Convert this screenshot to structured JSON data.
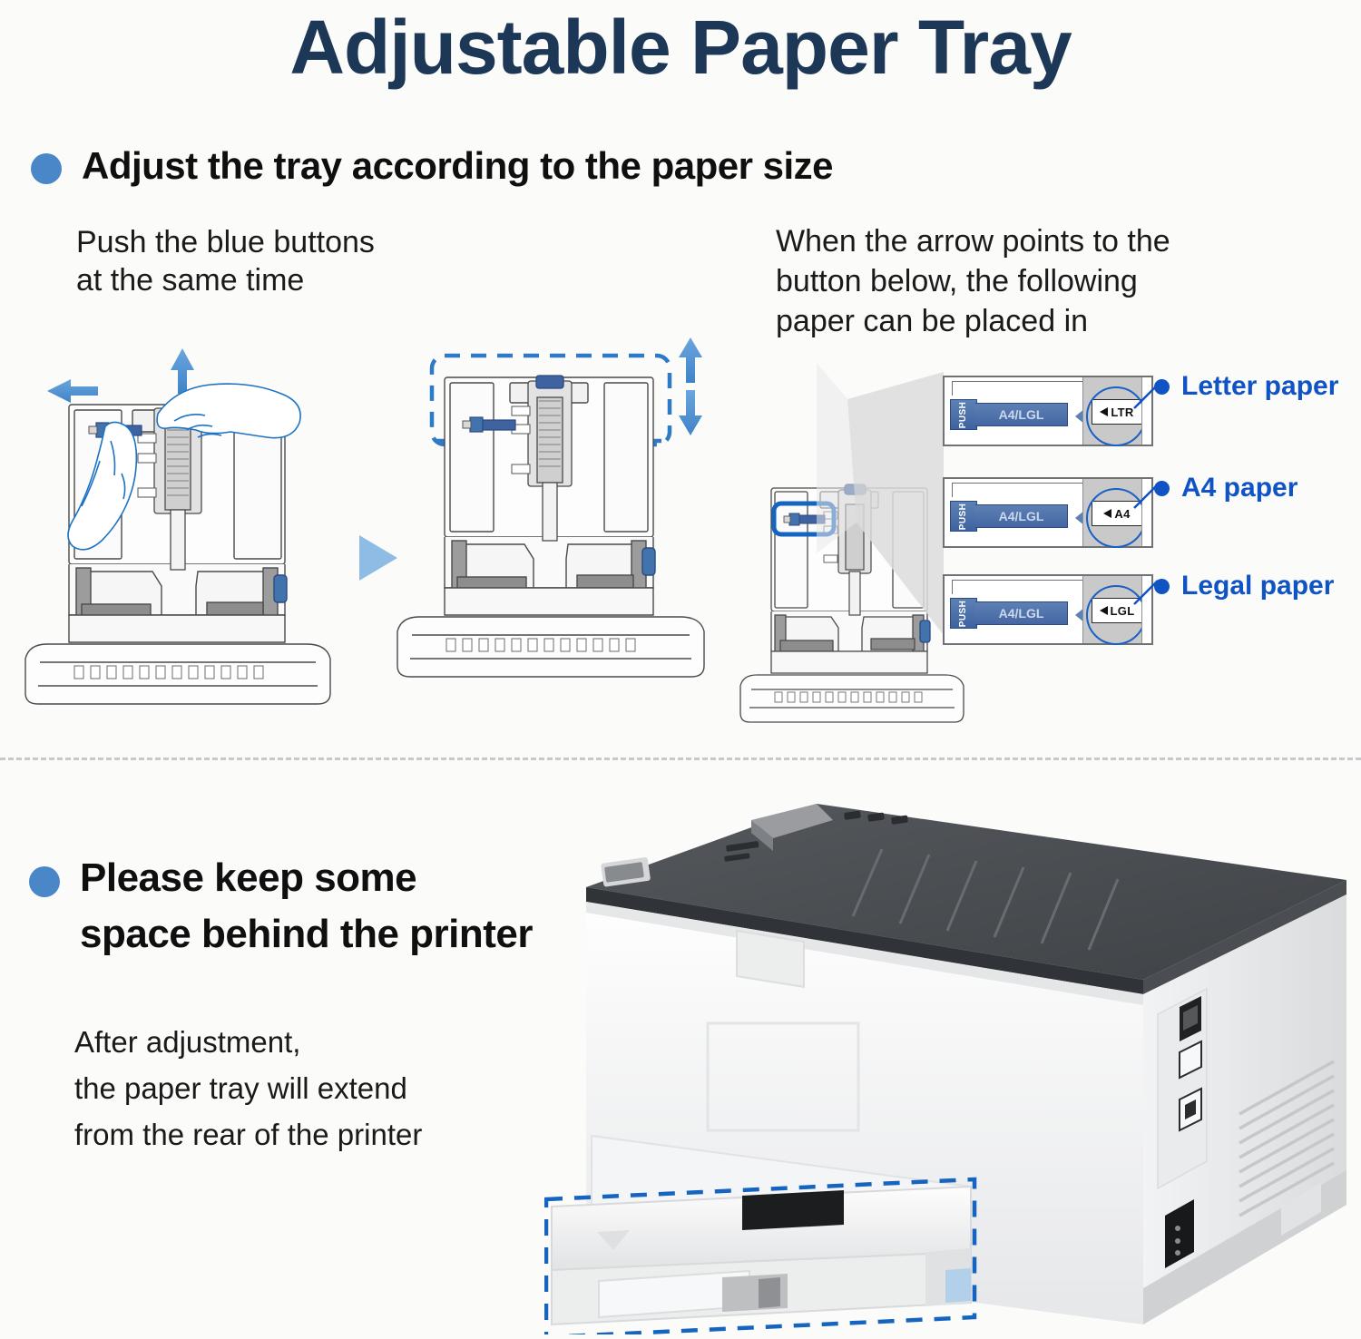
{
  "title": "Adjustable Paper Tray",
  "colors": {
    "title": "#1d3756",
    "bullet": "#4a87c8",
    "callout_blue": "#0f53c4",
    "arrow_blue": "#4a90d9",
    "highlight_dash": "#1565c0",
    "divider": "#c6c8cb"
  },
  "sections": [
    {
      "heading": "Adjust the tray according to the paper size",
      "captions": {
        "push": "Push the blue buttons\nat the same time",
        "arrow": "When the arrow points to the\nbutton below, the following\npaper can be placed in"
      }
    },
    {
      "heading": "Please keep some\nspace behind the printer",
      "captions": {
        "extend": "After adjustment,\nthe paper tray will extend\nfrom the rear of the printer"
      }
    }
  ],
  "paper_panels": [
    {
      "push_label": "PUSH",
      "slider_label": "A4/LGL",
      "size_code": "LTR",
      "callout": "Letter paper"
    },
    {
      "push_label": "PUSH",
      "slider_label": "A4/LGL",
      "size_code": "A4",
      "callout": "A4 paper"
    },
    {
      "push_label": "PUSH",
      "slider_label": "A4/LGL",
      "size_code": "LGL",
      "callout": "Legal paper"
    }
  ],
  "icons": {
    "bullet": "bullet-dot-icon",
    "step_arrow": "triangle-right-icon",
    "arrow_left": "arrow-left-icon",
    "arrow_up": "arrow-up-icon",
    "arrow_down": "arrow-down-icon",
    "callout_dot": "callout-dot-icon",
    "chip_arrow": "arrow-left-small-icon"
  }
}
